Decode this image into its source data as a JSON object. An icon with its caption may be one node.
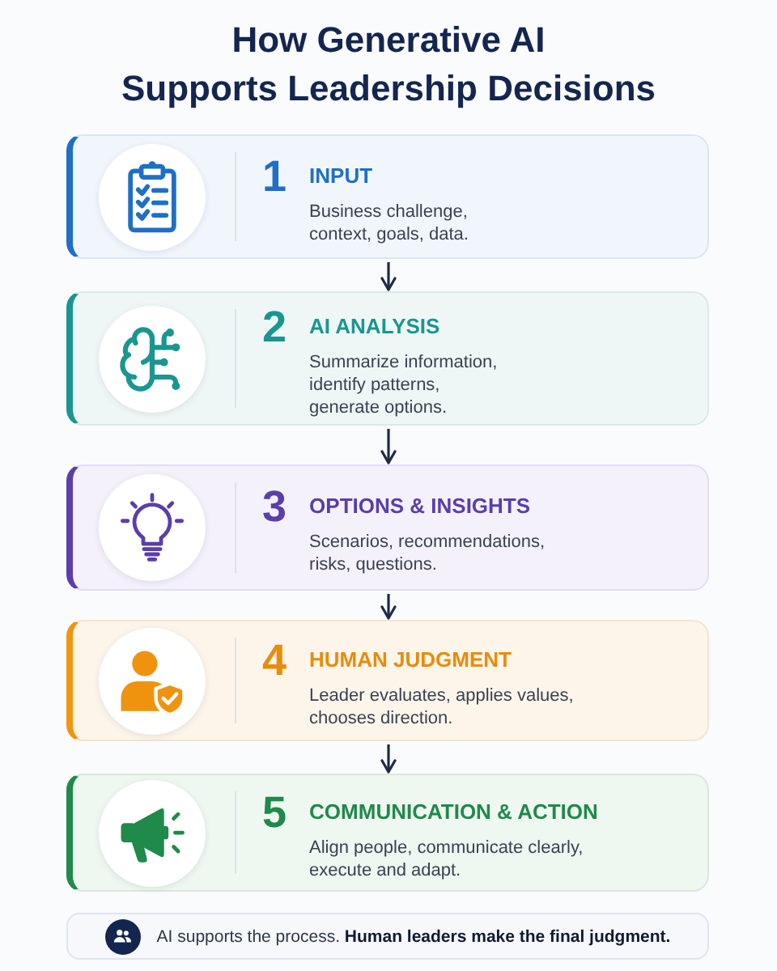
{
  "diagram": {
    "title": "How Generative AI Supports Leadership Decisions",
    "nodes": [
      {
        "text": [
          "1",
          "INPUT",
          "Business challenge, context, goals, data."
        ]
      },
      {
        "text": [
          "2",
          "AI ANALYSIS",
          "Summarize information, identify patterns, generate options."
        ]
      },
      {
        "text": [
          "3",
          "OPTIONS & INSIGHTS",
          "Scenarios, recommendations, risks, questions."
        ]
      },
      {
        "text": [
          "4",
          "HUMAN JUDGMENT",
          "Leader evaluates, applies values, chooses direction."
        ]
      },
      {
        "text": [
          "5",
          "COMMUNICATION & ACTION",
          "Align people, communicate clearly, execute and adapt."
        ]
      },
      {
        "text": [
          "AI supports the process. **Human leaders make the final judgment.**"
        ]
      }
    ],
    "edges": [
      {
        "from": 0,
        "to": 1,
        "arrow": "to"
      },
      {
        "from": 1,
        "to": 2,
        "arrow": "to"
      },
      {
        "from": 2,
        "to": 3,
        "arrow": "to"
      },
      {
        "from": 3,
        "to": 4,
        "arrow": "to"
      }
    ]
  }
}
